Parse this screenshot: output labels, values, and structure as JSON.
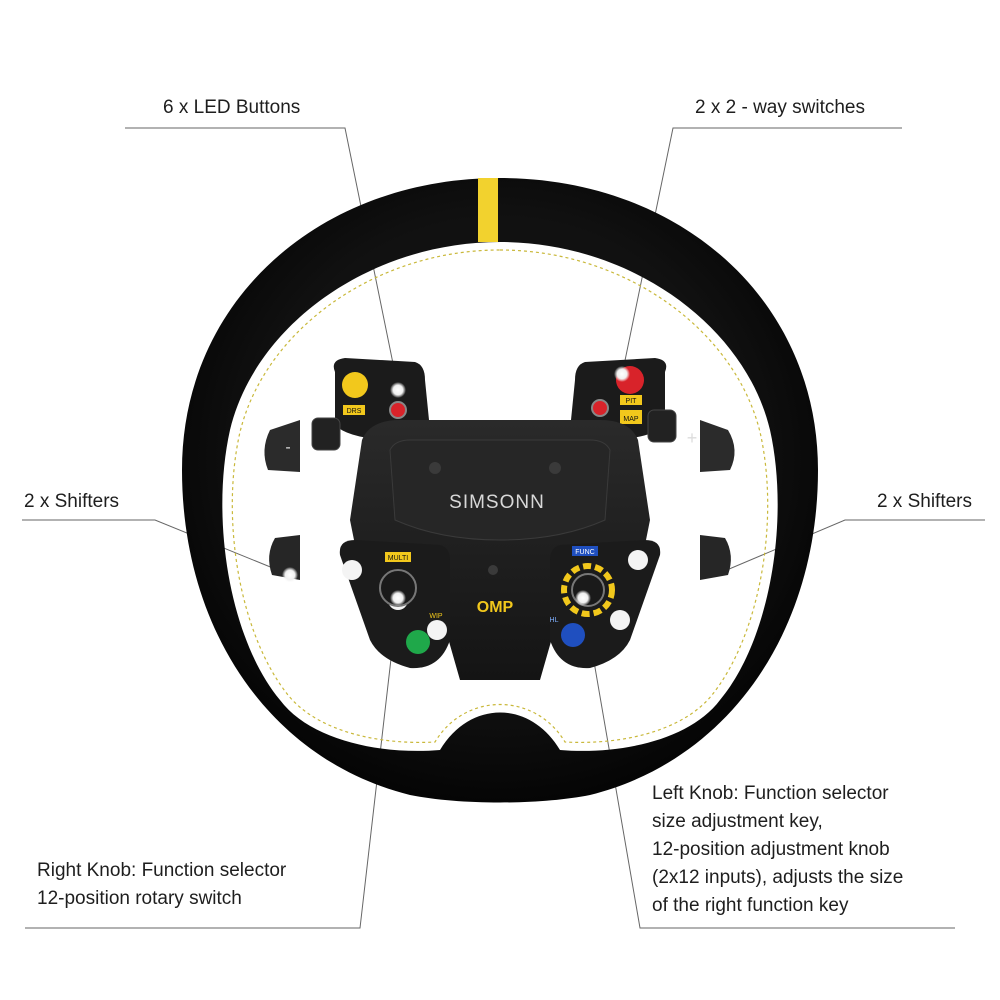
{
  "brand": "SIMSONN",
  "logo_text": "OMP",
  "callouts": {
    "led_buttons": "6 x LED Buttons",
    "switches": "2 x 2 - way switches",
    "shifters_left": "2 x Shifters",
    "shifters_right": "2 x Shifters",
    "right_knob": [
      "Right Knob: Function selector",
      "12-position rotary switch"
    ],
    "left_knob": [
      "Left Knob: Function selector",
      "size adjustment key,",
      "12-position adjustment knob",
      "(2x12 inputs), adjusts the size",
      "of the right function key"
    ]
  },
  "wheel_labels": {
    "drs": "DRS",
    "pit": "PIT",
    "multi": "MULTI",
    "func": "FUNC",
    "wip": "WIP",
    "hl": "HL",
    "map": "MAP",
    "plus": "+",
    "minus": "-"
  },
  "colors": {
    "rim": "#0d0d0d",
    "stitching": "#c9b83a",
    "top_marker": "#f2d22e",
    "hub": "#1a1a1a",
    "yellow_btn": "#f2c81c",
    "red_btn": "#d8232a",
    "green_btn": "#1fa84a",
    "blue_btn": "#1f4fbf",
    "white_btn": "#f4f4f4"
  }
}
